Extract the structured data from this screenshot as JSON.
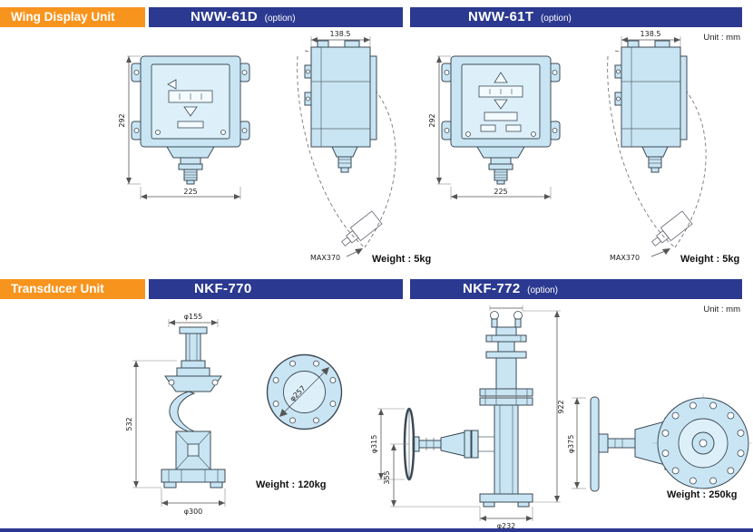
{
  "page": {
    "accent_orange": "#F7941E",
    "accent_blue": "#2B3990",
    "drawing_fill": "#C9E5F4"
  },
  "wing_display": {
    "section_label": "Wing Display Unit",
    "unit_note": "Unit : mm",
    "models": [
      {
        "name": "NWW-61D",
        "option": "(option)",
        "weight": "Weight : 5kg",
        "dim_depth": "138.5",
        "dim_height": "292",
        "dim_width": "225",
        "dim_swing": "MAX370"
      },
      {
        "name": "NWW-61T",
        "option": "(option)",
        "weight": "Weight : 5kg",
        "dim_depth": "138.5",
        "dim_height": "292",
        "dim_width": "225",
        "dim_swing": "MAX370"
      }
    ]
  },
  "transducer": {
    "section_label": "Transducer Unit",
    "unit_note": "Unit : mm",
    "models": [
      {
        "name": "NKF-770",
        "option": "",
        "weight": "Weight : 120kg",
        "dim_top": "φ155",
        "dim_height": "532",
        "dim_base": "φ300",
        "dim_flange": "φ257"
      },
      {
        "name": "NKF-772",
        "option": "(option)",
        "weight": "Weight : 250kg",
        "dim_wheel": "φ315",
        "dim_lower": "355",
        "dim_base": "φ232",
        "dim_height": "922",
        "dim_flange": "φ375"
      }
    ]
  }
}
